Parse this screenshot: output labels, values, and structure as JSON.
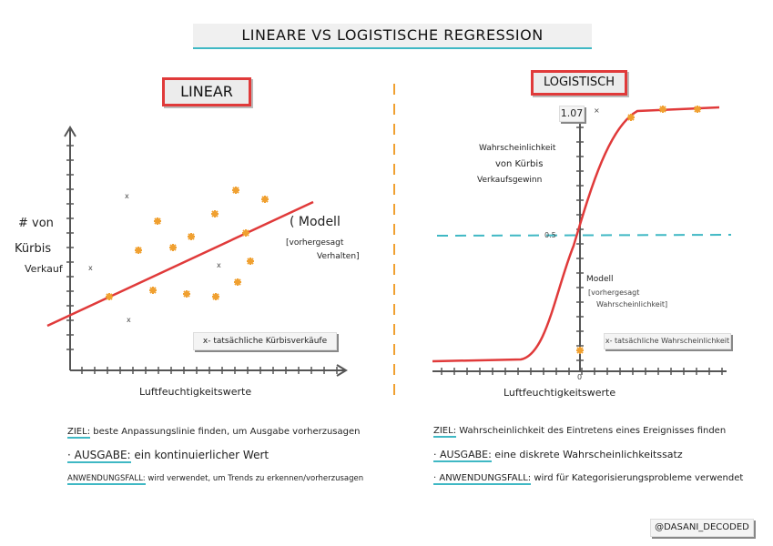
{
  "title": "LINEARE VS LOGISTISCHE REGRESSION",
  "credit": "@DASANI_DECODED",
  "linear": {
    "label": "LINEAR",
    "ylabel_lines": [
      "# von",
      "Kürbis",
      "Verkauf"
    ],
    "xlabel": "Luftfeuchtigkeitswerte",
    "model_label": "( Modell",
    "model_sub1": "[vorhergesagt",
    "model_sub2": "Verhalten]",
    "legend": "x- tatsächliche Kürbisverkäufe",
    "scatter_x_marks": [
      "x",
      "x",
      "x",
      "x"
    ],
    "goal_key": "ZIEL:",
    "goal_text": " beste Anpassungslinie finden, um Ausgabe vorherzusagen",
    "output_key": "· AUSGABE:",
    "output_text": " ein kontinuierlicher Wert",
    "use_key": "ANWENDUNGSFALL:",
    "use_text": " wird verwendet, um Trends zu erkennen/vorherzusagen"
  },
  "logistic": {
    "label": "LOGISTISCH",
    "y_top": "1.07",
    "y_top_x": "×",
    "ylabel_lines": [
      "Wahrscheinlichkeit",
      "von Kürbis",
      "Verkaufsgewinn"
    ],
    "threshold": "0.5",
    "zero": "0",
    "xlabel": "Luftfeuchtigkeitswerte",
    "model_label": "Modell",
    "model_sub1": "[vorhergesagt",
    "model_sub2": "Wahrscheinlichkeit]",
    "legend": "x- tatsächliche Wahrscheinlichkeit",
    "goal_key": "ZIEL:",
    "goal_text": " Wahrscheinlichkeit des Eintretens eines Ereignisses finden",
    "output_key": "· AUSGABE:",
    "output_text": " eine diskrete Wahrscheinlichkeitssatz",
    "use_key": "· ANWENDUNGSFALL:",
    "use_text": " wird für Kategorisierungsprobleme verwendet"
  },
  "colors": {
    "accent": "#3fb8c4",
    "red": "#e03a3a",
    "orange": "#f0a030"
  }
}
